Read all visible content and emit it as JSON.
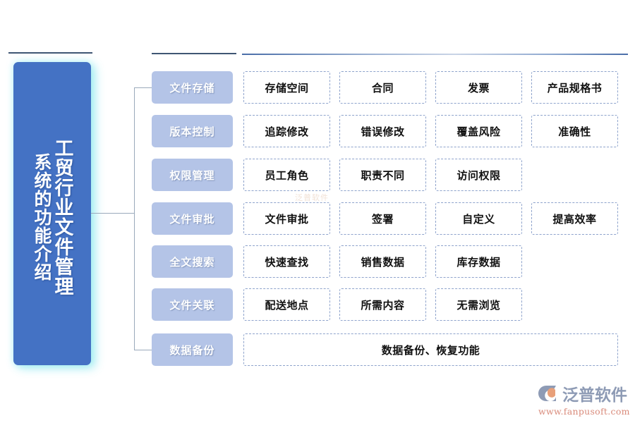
{
  "title": {
    "line_right": "工贸行业文件管理",
    "line_left": "系统的功能介绍"
  },
  "watermark": {
    "center_text": "泛普软件",
    "logo_word": "泛普软件",
    "logo_url": "www.fanpusoft.com"
  },
  "colors": {
    "accent_blue": "#4472C4",
    "category_blue": "#B4C4E7",
    "dashed_border": "#8EA3CC",
    "rule_dark": "#3F5673",
    "connector": "#9AA9BB"
  },
  "rows": [
    {
      "category": "文件存储",
      "items": [
        "存储空间",
        "合同",
        "发票",
        "产品规格书"
      ]
    },
    {
      "category": "版本控制",
      "items": [
        "追踪修改",
        "错误修改",
        "覆盖风险",
        "准确性"
      ]
    },
    {
      "category": "权限管理",
      "items": [
        "员工角色",
        "职责不同",
        "访问权限"
      ]
    },
    {
      "category": "文件审批",
      "items": [
        "文件审批",
        "签署",
        "自定义",
        "提高效率"
      ]
    },
    {
      "category": "全文搜索",
      "items": [
        "快速查找",
        "销售数据",
        "库存数据"
      ]
    },
    {
      "category": "文件关联",
      "items": [
        "配送地点",
        "所需内容",
        "无需浏览"
      ]
    },
    {
      "category": "数据备份",
      "items": [
        "数据备份、恢复功能"
      ],
      "wide": true
    }
  ]
}
